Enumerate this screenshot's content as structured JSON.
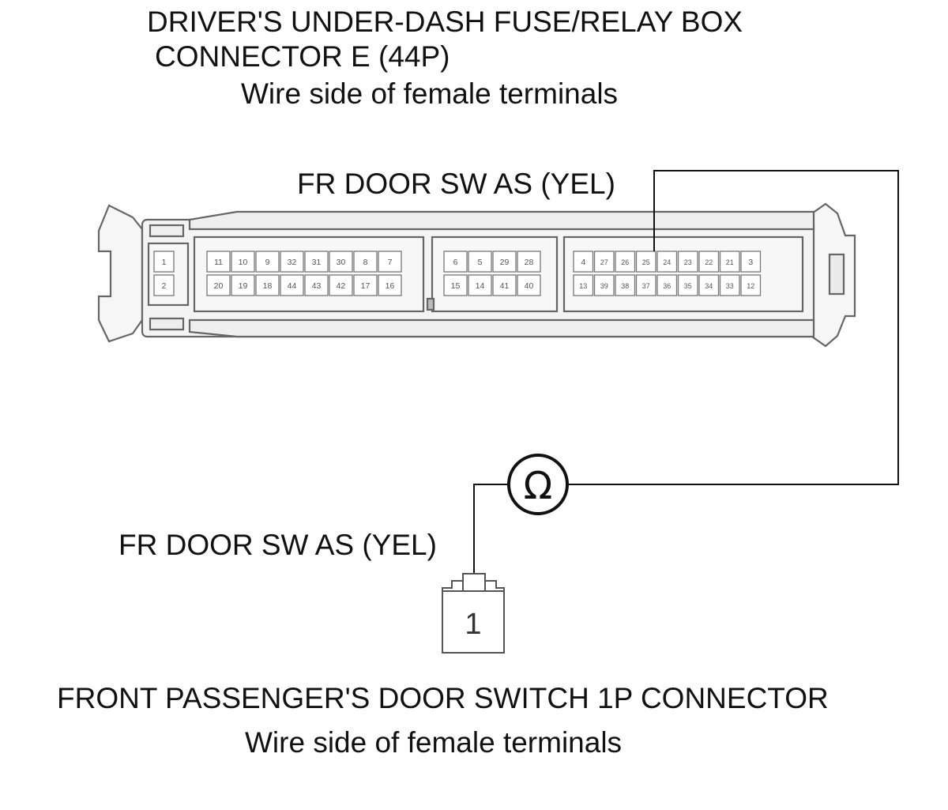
{
  "top_connector": {
    "title_line1": "DRIVER'S UNDER-DASH FUSE/RELAY BOX",
    "title_line2": "CONNECTOR E (44P)",
    "subtitle": "Wire side of female terminals",
    "wire_label": "FR DOOR SW AS (YEL)",
    "blocks": [
      {
        "top": [
          "1"
        ],
        "bottom": [
          "2"
        ]
      },
      {
        "top": [
          "11",
          "10",
          "9",
          "32",
          "31",
          "30",
          "8",
          "7"
        ],
        "bottom": [
          "20",
          "19",
          "18",
          "44",
          "43",
          "42",
          "17",
          "16"
        ]
      },
      {
        "top": [
          "6",
          "5",
          "29",
          "28"
        ],
        "bottom": [
          "15",
          "14",
          "41",
          "40"
        ]
      },
      {
        "top": [
          "4",
          "27",
          "26",
          "25",
          "24",
          "23",
          "22",
          "21",
          "3"
        ],
        "bottom": [
          "13",
          "39",
          "38",
          "37",
          "36",
          "35",
          "34",
          "33",
          "12"
        ]
      }
    ]
  },
  "meter": {
    "symbol": "Ω"
  },
  "bottom_connector": {
    "wire_label": "FR DOOR SW AS (YEL)",
    "terminal": "1",
    "title": "FRONT PASSENGER'S DOOR SWITCH 1P CONNECTOR",
    "subtitle": "Wire side of female terminals"
  },
  "colors": {
    "line": "#111111",
    "outline": "#666666",
    "fill": "#f3f3f3"
  }
}
